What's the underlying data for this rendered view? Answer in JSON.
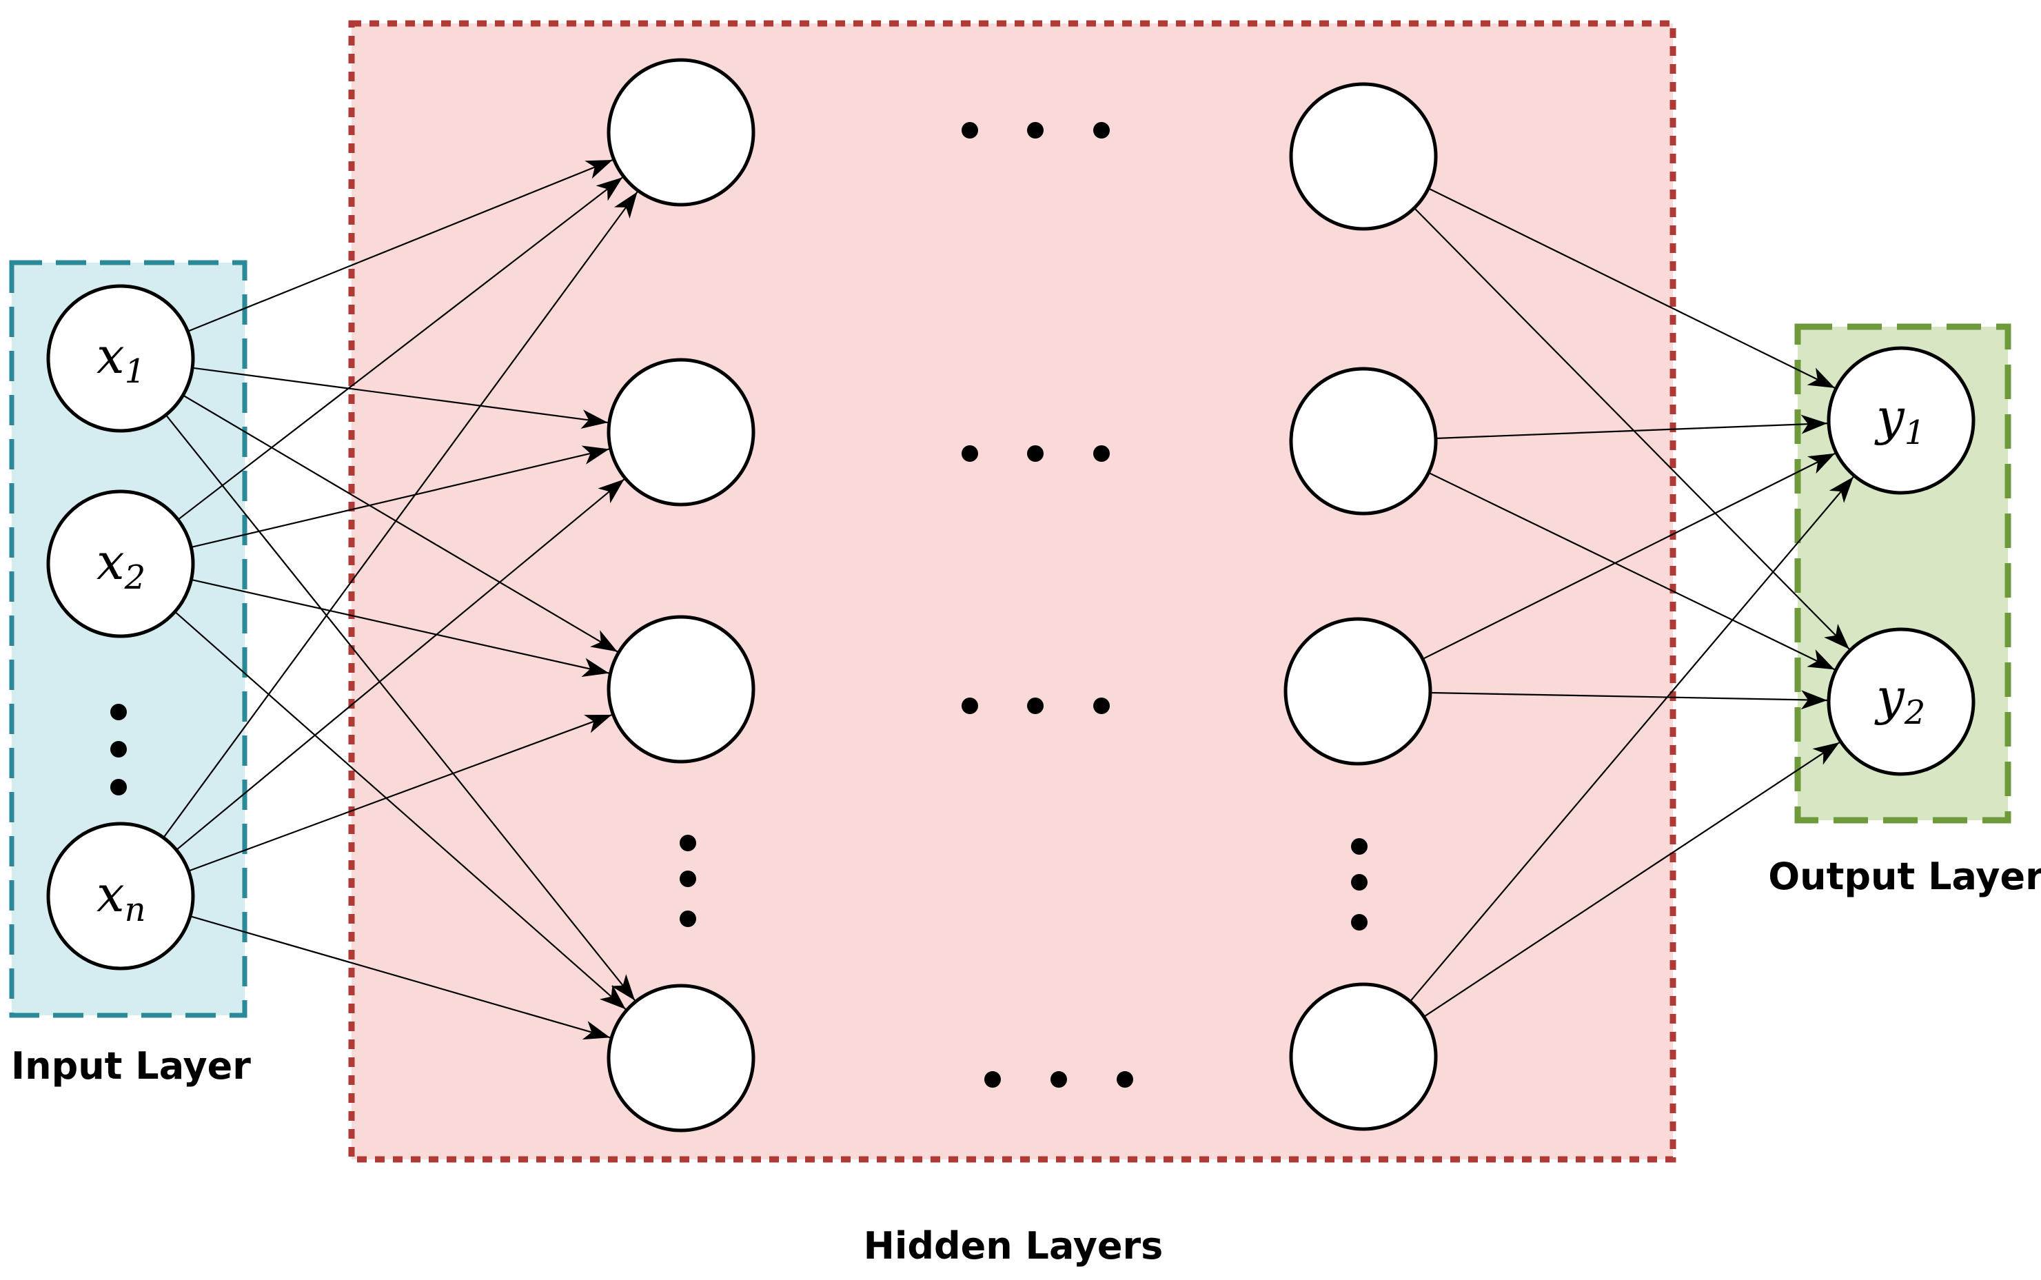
{
  "input_layer": {
    "label": "Input Layer",
    "nodes": [
      {
        "base": "x",
        "sub": "1"
      },
      {
        "base": "x",
        "sub": "2"
      },
      {
        "base": "x",
        "sub": "n"
      }
    ],
    "color": "#2a8a9a",
    "fill": "#d5edf1"
  },
  "hidden_layers": {
    "label": "Hidden Layers",
    "color": "#b03a36",
    "fill": "#f9dad8"
  },
  "output_layer": {
    "label": "Output Layer",
    "nodes": [
      {
        "base": "y",
        "sub": "1"
      },
      {
        "base": "y",
        "sub": "2"
      }
    ],
    "color": "#6f9a3c",
    "fill": "#d7e6c3"
  }
}
